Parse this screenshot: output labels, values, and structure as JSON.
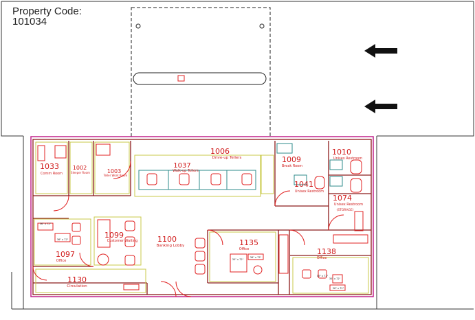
{
  "header": {
    "label": "Property Code:",
    "code": "101034"
  },
  "rooms": [
    {
      "id": "r1033",
      "number": "1033",
      "name": "Comm Room"
    },
    {
      "id": "r1002",
      "number": "1002",
      "name": "Sleeper Room"
    },
    {
      "id": "r1003",
      "number": "1003",
      "name": "Teller Work Room"
    },
    {
      "id": "r1006",
      "number": "1006",
      "name": "Drive-up Tellers"
    },
    {
      "id": "r1037",
      "number": "1037",
      "name": "Walk-up Tellers"
    },
    {
      "id": "r1009",
      "number": "1009",
      "name": "Break Room"
    },
    {
      "id": "r1010",
      "number": "1010",
      "name": "Unisex Restroom"
    },
    {
      "id": "r1041",
      "number": "1041",
      "name": "Unisex Restroom"
    },
    {
      "id": "r1074",
      "number": "1074",
      "name": "Unisex Restroom",
      "note": "(STORAGE)"
    },
    {
      "id": "r1099",
      "number": "1099",
      "name": "Customer Waiting"
    },
    {
      "id": "r1100",
      "number": "1100",
      "name": "Banking Lobby"
    },
    {
      "id": "r1097",
      "number": "1097",
      "name": "Office"
    },
    {
      "id": "r1130",
      "number": "1130",
      "name": "Circulation"
    },
    {
      "id": "r1135",
      "number": "1135",
      "name": "Office"
    },
    {
      "id": "r1138",
      "number": "1138",
      "name": "Office"
    }
  ],
  "furniture_tags": [
    "36\" x 72\"",
    "36\" x 72\"",
    "30\" x 72\"",
    "36\" x 72\"",
    "30\" x 72\"",
    "36\" x 72\"",
    "30\" x 72\""
  ],
  "colors": {
    "wall": "#8b1a1a",
    "furniture": "#e02020",
    "outline": "#c9c948",
    "fixture": "#2e8b8b",
    "boundary": "#c0208a"
  }
}
